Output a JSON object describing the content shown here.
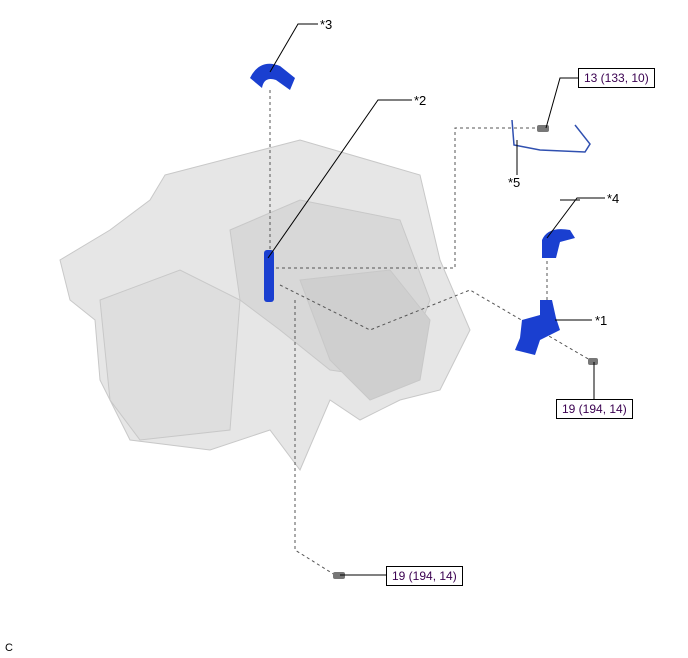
{
  "callouts": {
    "c1": "*1",
    "c2": "*2",
    "c3": "*3",
    "c4": "*4",
    "c5": "*5"
  },
  "torques": {
    "t1": "13 (133, 10)",
    "t2": "19 (194, 14)",
    "t3": "19 (194, 14)"
  },
  "corner_code": "C",
  "colors": {
    "part": "#1a3fd0",
    "engine": "#e4e4e4",
    "leader": "#000000"
  }
}
